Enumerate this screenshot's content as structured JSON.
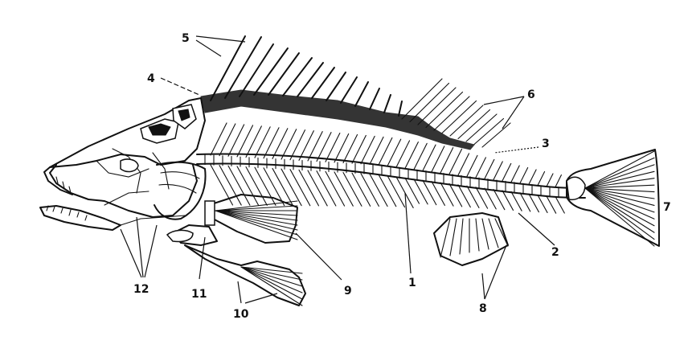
{
  "labels": {
    "l1": "1",
    "l2": "2",
    "l3": "3",
    "l4": "4",
    "l5": "5",
    "l6": "6",
    "l7": "7",
    "l8": "8",
    "l9": "9",
    "l10": "10",
    "l11": "11",
    "l12": "12"
  },
  "colors": {
    "ink": "#111111",
    "paper": "#ffffff"
  }
}
